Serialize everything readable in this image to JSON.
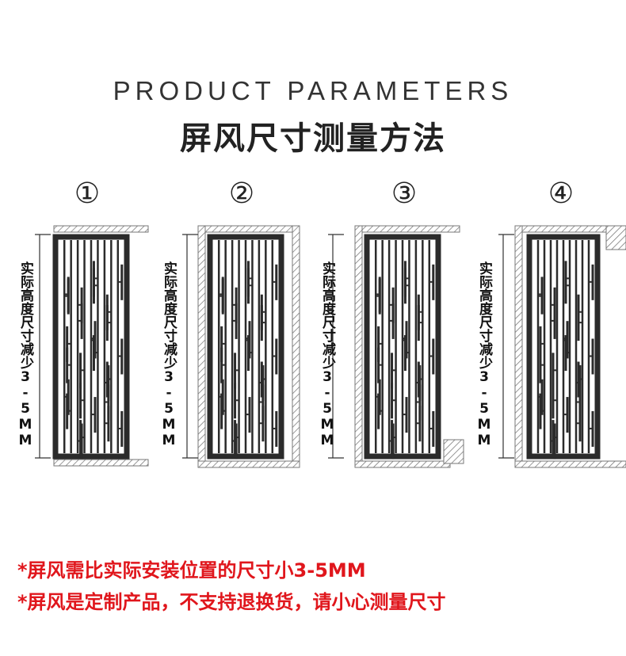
{
  "header": {
    "title_en": "PRODUCT PARAMETERS",
    "title_cn": "屏风尺寸测量方法"
  },
  "diagrams": [
    {
      "number": "①",
      "label": "实际高度尺寸减少3-5MM"
    },
    {
      "number": "②",
      "label": "实际高度尺寸减少3-5MM"
    },
    {
      "number": "③",
      "label": "实际高度尺寸减少3-5MM"
    },
    {
      "number": "④",
      "label": "实际高度尺寸减少3-5MM"
    }
  ],
  "notes": [
    "*屏风需比实际安装位置的尺寸小3-5MM",
    "*屏风是定制产品，不支持退换货，请小心测量尺寸"
  ],
  "colors": {
    "note": "#e0161c",
    "frame": "#2b2b2b"
  }
}
